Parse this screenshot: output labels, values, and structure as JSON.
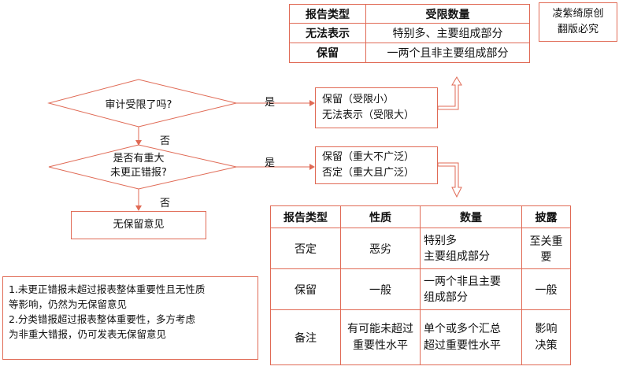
{
  "colors": {
    "border": "#e06a55",
    "text": "#111111"
  },
  "copyright": {
    "line1": "凌紫绮原创",
    "line2": "翻版必究"
  },
  "top_table": {
    "headers": [
      "报告类型",
      "受限数量"
    ],
    "rows": [
      [
        "无法表示",
        "特别多、主要组成部分"
      ],
      [
        "保留",
        "一两个且非主要组成部分"
      ]
    ]
  },
  "flow": {
    "q1": "审计受限了吗?",
    "q2_line1": "是否有重大",
    "q2_line2": "未更正错报?",
    "yes1": "是",
    "yes2": "是",
    "no1": "否",
    "no2": "否",
    "result1_line1": "保留（受限小）",
    "result1_line2": "无法表示（受限大）",
    "result2_line1": "保留（重大不广泛）",
    "result2_line2": "否定（重大且广泛）",
    "unqualified": "无保留意见"
  },
  "bottom_table": {
    "headers": [
      "报告类型",
      "性质",
      "数量",
      "披露"
    ],
    "rows": [
      {
        "type": "否定",
        "nature": "恶劣",
        "qty_line1": "特别多",
        "qty_line2": "主要组成部分",
        "disclosure": "至关重要"
      },
      {
        "type": "保留",
        "nature": "一般",
        "qty_line1": "一两个非且主要",
        "qty_line2": "组成部分",
        "disclosure": "一般"
      },
      {
        "type": "备注",
        "nature_line1": "有可能未超过",
        "nature_line2": "重要性水平",
        "qty_line1": "单个或多个汇总",
        "qty_line2": "超过重要性水平",
        "disc_line1": "影响",
        "disc_line2": "决策"
      }
    ]
  },
  "notes": {
    "line1": "1.未更正错报未超过报表整体重要性且无性质",
    "line2": "等影响，仍然为无保留意见",
    "line3": "2.分类错报超过报表整体重要性，多方考虑",
    "line4": "为非重大错报，仍可发表无保留意见"
  }
}
